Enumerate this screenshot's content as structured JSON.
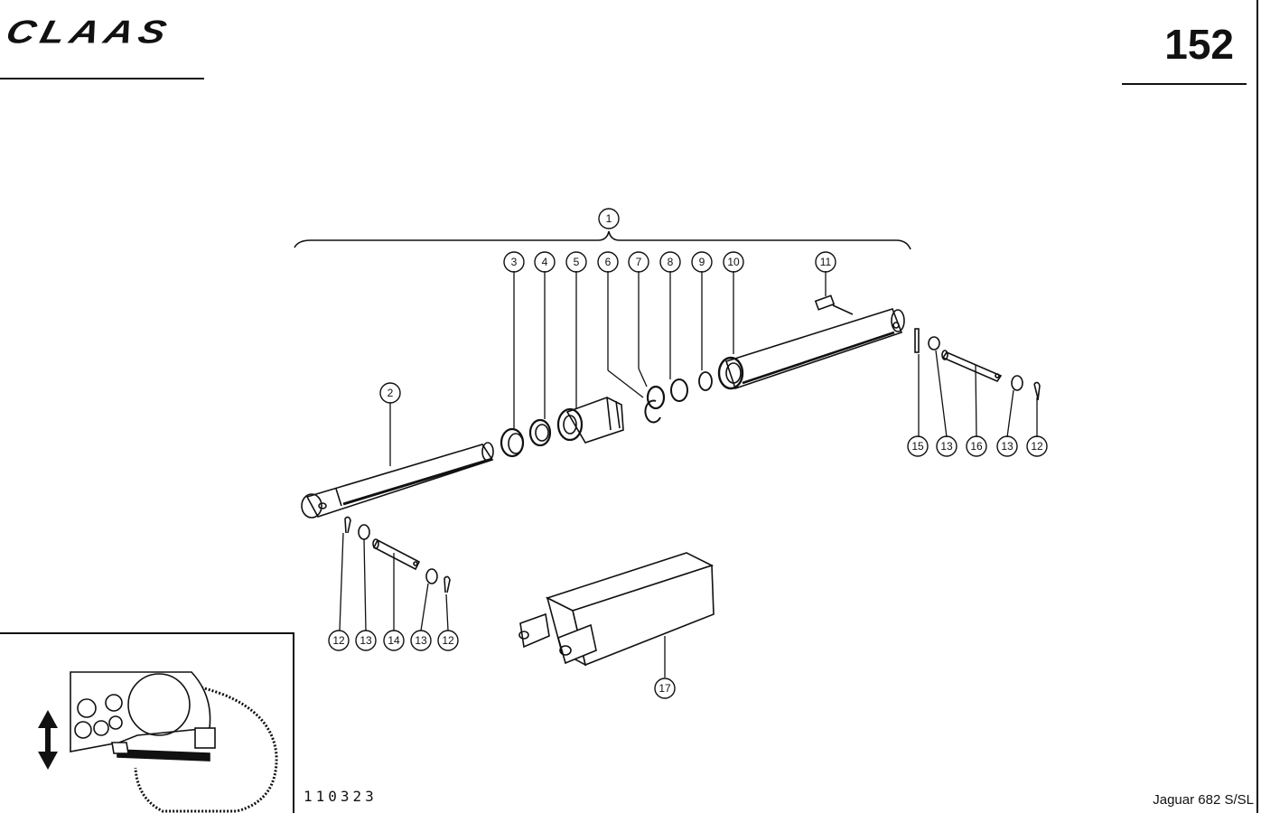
{
  "header": {
    "brand": "CLAAS",
    "page_number": "152"
  },
  "footer": {
    "drawing_number": "110323",
    "model": "Jaguar 682 S/SL"
  },
  "parts": {
    "callouts": [
      "1",
      "2",
      "3",
      "4",
      "5",
      "6",
      "7",
      "8",
      "9",
      "10",
      "11",
      "12",
      "13",
      "14",
      "15",
      "16",
      "17"
    ],
    "lower_left_row": [
      "12",
      "13",
      "14",
      "13",
      "12"
    ],
    "upper_right_row": [
      "15",
      "13",
      "16",
      "13",
      "12"
    ]
  },
  "inset_icon": "up-down-arrow-icon"
}
